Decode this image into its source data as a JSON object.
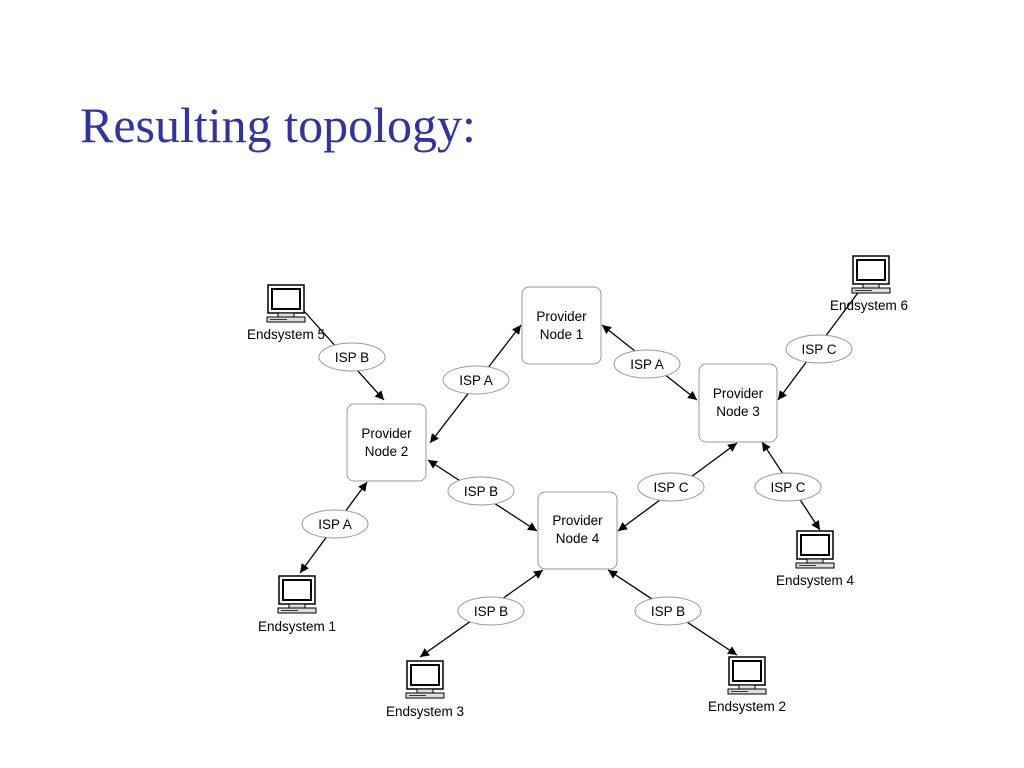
{
  "slide": {
    "title": "Resulting topology:"
  },
  "nodes": {
    "provider1": {
      "line1": "Provider",
      "line2": "Node 1"
    },
    "provider2": {
      "line1": "Provider",
      "line2": "Node 2"
    },
    "provider3": {
      "line1": "Provider",
      "line2": "Node 3"
    },
    "provider4": {
      "line1": "Provider",
      "line2": "Node 4"
    }
  },
  "endsystems": {
    "es1": "Endsystem 1",
    "es2": "Endsystem 2",
    "es3": "Endsystem 3",
    "es4": "Endsystem 4",
    "es5": "Endsystem 5",
    "es6": "Endsystem 6"
  },
  "links": {
    "es5_p2": "ISP B",
    "p2_p1": "ISP A",
    "p1_p3": "ISP A",
    "es6_p3": "ISP C",
    "p2_p4": "ISP B",
    "es1_p2": "ISP A",
    "p4_p3": "ISP C",
    "p3_es4": "ISP C",
    "es3_p4": "ISP B",
    "p4_es2": "ISP B"
  },
  "icons": {
    "endsystem": "computer-icon"
  },
  "colors": {
    "title": "#333399",
    "line": "#000000",
    "node_border": "#999999"
  }
}
